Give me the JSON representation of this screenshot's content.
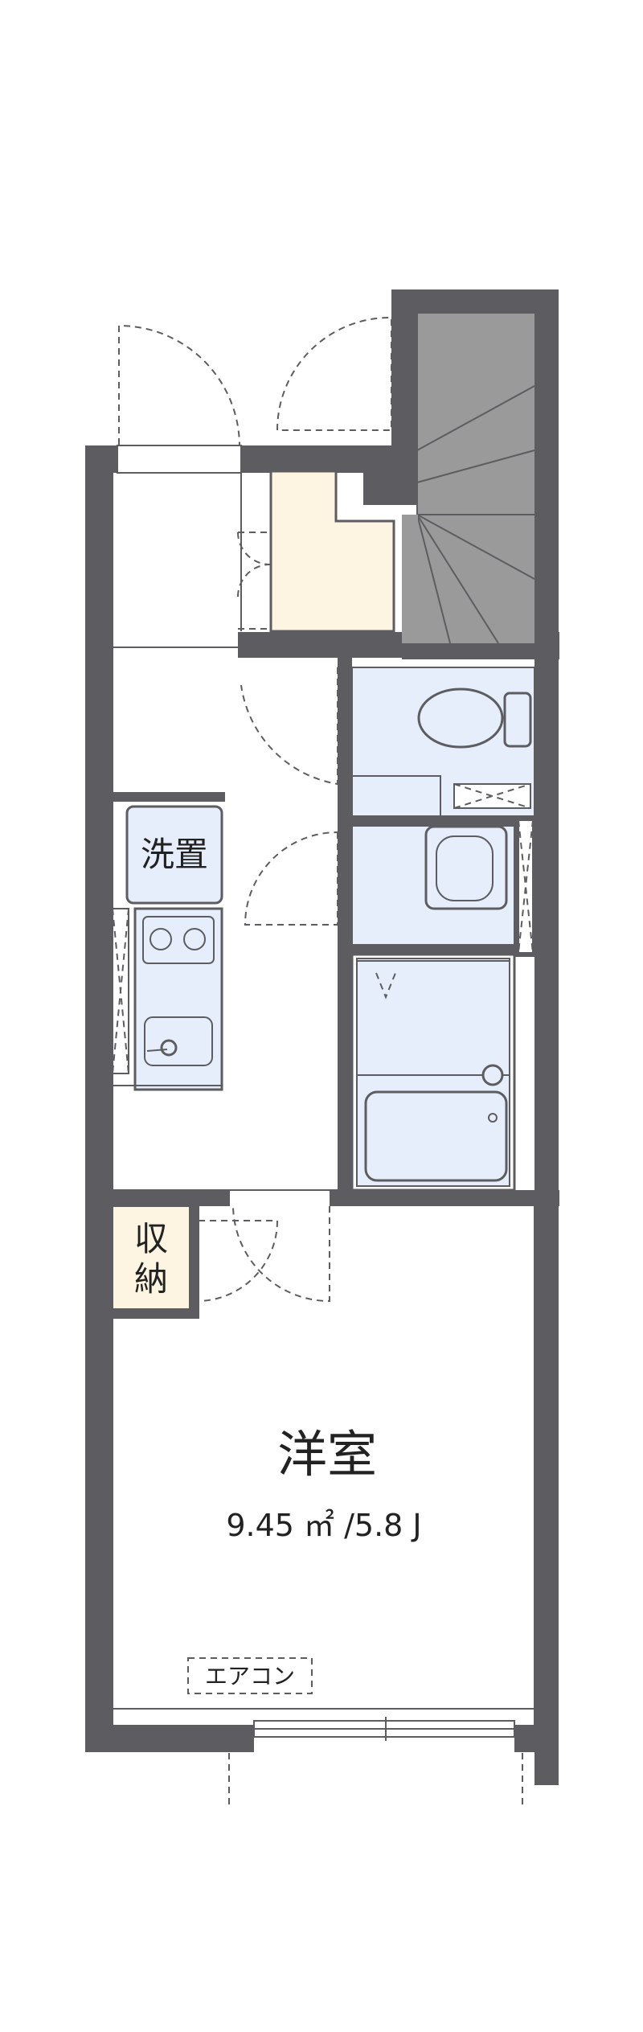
{
  "rooms": {
    "washer_line1": "洗置",
    "storage_line1": "収",
    "storage_line2": "納",
    "western_room_name": "洋室",
    "western_room_area": "9.45 ㎡ /5.8 J",
    "aircon_label": "エアコン"
  },
  "colors": {
    "wall": "#5d5d61",
    "wet_area": "#e6eefc",
    "storage": "#fdf5e2",
    "stairs": "#9a9a9a",
    "floor": "#ffffff"
  }
}
